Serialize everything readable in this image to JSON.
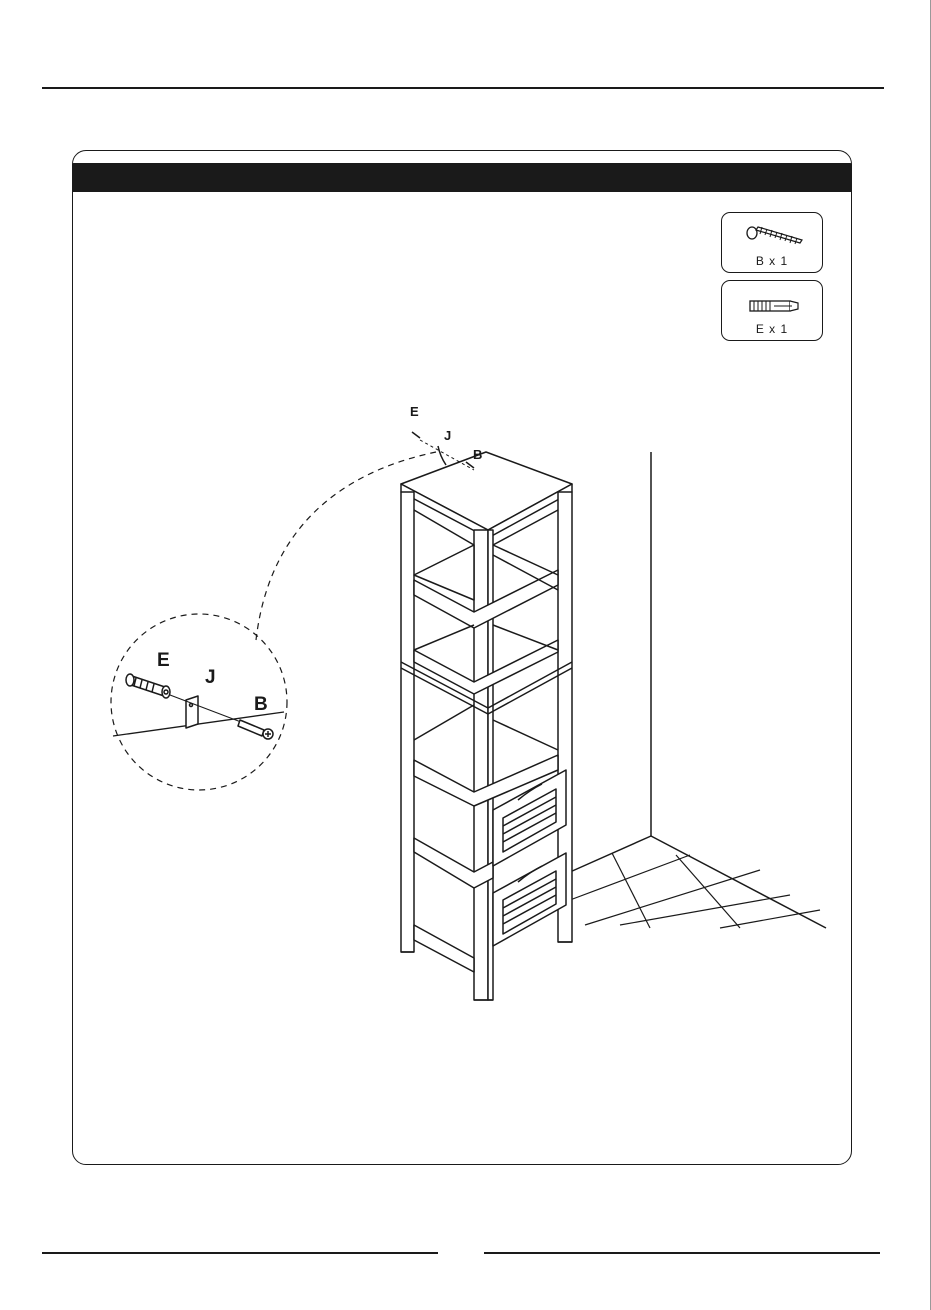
{
  "parts": [
    {
      "id": "B",
      "label": "B x 1",
      "icon": "screw-icon"
    },
    {
      "id": "E",
      "label": "E x 1",
      "icon": "wall-anchor-icon"
    }
  ],
  "diagram": {
    "top_labels": {
      "e": "E",
      "j": "J",
      "b": "B"
    },
    "detail_labels": {
      "e": "E",
      "j": "J",
      "b": "B"
    }
  }
}
